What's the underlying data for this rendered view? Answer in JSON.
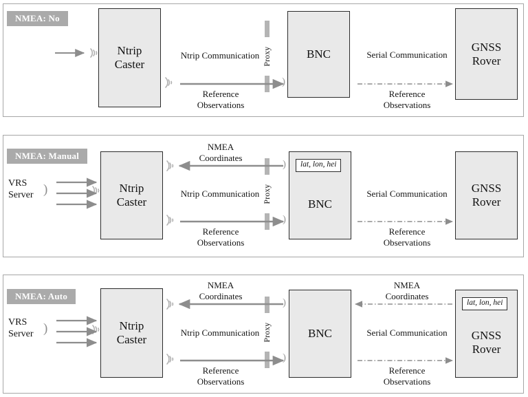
{
  "figure": {
    "kind": "three-panel-block-diagram",
    "colors": {
      "badge_bg": "#aaaaaa",
      "badge_text": "#ffffff",
      "node_fill": "#e9e9e9",
      "node_border": "#2b2b2b",
      "panel_border": "#a6a6a6",
      "solid_arrow": "#8d8d8d",
      "dashdot_arrow": "#8d8d8d",
      "proxy_tick": "#b4b4b4",
      "wave_icon": "#b0b0b0",
      "page_bg": "#ffffff"
    }
  },
  "panels": [
    {
      "id": "nmea-no",
      "badge": "NMEA: No",
      "nodes": [
        {
          "id": "ntrip-caster",
          "lines": [
            "Ntrip",
            "Caster"
          ]
        },
        {
          "id": "bnc",
          "lines": [
            "BNC"
          ]
        },
        {
          "id": "gnss-rover",
          "lines": [
            "GNSS",
            "Rover"
          ]
        }
      ],
      "proxy_label": "Proxy",
      "labels": {
        "ntrip_communication": "Ntrip Communication",
        "reference_observations_1": "Reference",
        "reference_observations_2": "Observations",
        "serial_communication": "Serial Communication",
        "reference_observations_right_1": "Reference",
        "reference_observations_right_2": "Observations"
      },
      "has_vrs_server": false,
      "has_nmea_coordinates_left": false,
      "has_nmea_coordinates_right": false,
      "bnc_has_latlon": false,
      "rover_has_latlon": false
    },
    {
      "id": "nmea-manual",
      "badge": "NMEA: Manual",
      "nodes": [
        {
          "id": "vrs-server",
          "lines": [
            "VRS",
            "Server"
          ]
        },
        {
          "id": "ntrip-caster",
          "lines": [
            "Ntrip",
            "Caster"
          ]
        },
        {
          "id": "bnc",
          "lines": [
            "BNC"
          ]
        },
        {
          "id": "gnss-rover",
          "lines": [
            "GNSS",
            "Rover"
          ]
        }
      ],
      "proxy_label": "Proxy",
      "latlon_chip": "lat, lon, hei",
      "labels": {
        "nmea_coordinates_1": "NMEA",
        "nmea_coordinates_2": "Coordinates",
        "ntrip_communication": "Ntrip Communication",
        "reference_observations_1": "Reference",
        "reference_observations_2": "Observations",
        "serial_communication": "Serial Communication",
        "reference_observations_right_1": "Reference",
        "reference_observations_right_2": "Observations"
      },
      "has_vrs_server": true,
      "has_nmea_coordinates_left": true,
      "has_nmea_coordinates_right": false,
      "bnc_has_latlon": true,
      "rover_has_latlon": false
    },
    {
      "id": "nmea-auto",
      "badge": "NMEA: Auto",
      "nodes": [
        {
          "id": "vrs-server",
          "lines": [
            "VRS",
            "Server"
          ]
        },
        {
          "id": "ntrip-caster",
          "lines": [
            "Ntrip",
            "Caster"
          ]
        },
        {
          "id": "bnc",
          "lines": [
            "BNC"
          ]
        },
        {
          "id": "gnss-rover",
          "lines": [
            "GNSS",
            "Rover"
          ]
        }
      ],
      "proxy_label": "Proxy",
      "latlon_chip": "lat, lon, hei",
      "labels": {
        "nmea_coordinates_1": "NMEA",
        "nmea_coordinates_2": "Coordinates",
        "ntrip_communication": "Ntrip Communication",
        "reference_observations_1": "Reference",
        "reference_observations_2": "Observations",
        "nmea_coordinates_right_1": "NMEA",
        "nmea_coordinates_right_2": "Coordinates",
        "serial_communication": "Serial Communication",
        "reference_observations_right_1": "Reference",
        "reference_observations_right_2": "Observations"
      },
      "has_vrs_server": true,
      "has_nmea_coordinates_left": true,
      "has_nmea_coordinates_right": true,
      "bnc_has_latlon": false,
      "rover_has_latlon": true
    }
  ]
}
